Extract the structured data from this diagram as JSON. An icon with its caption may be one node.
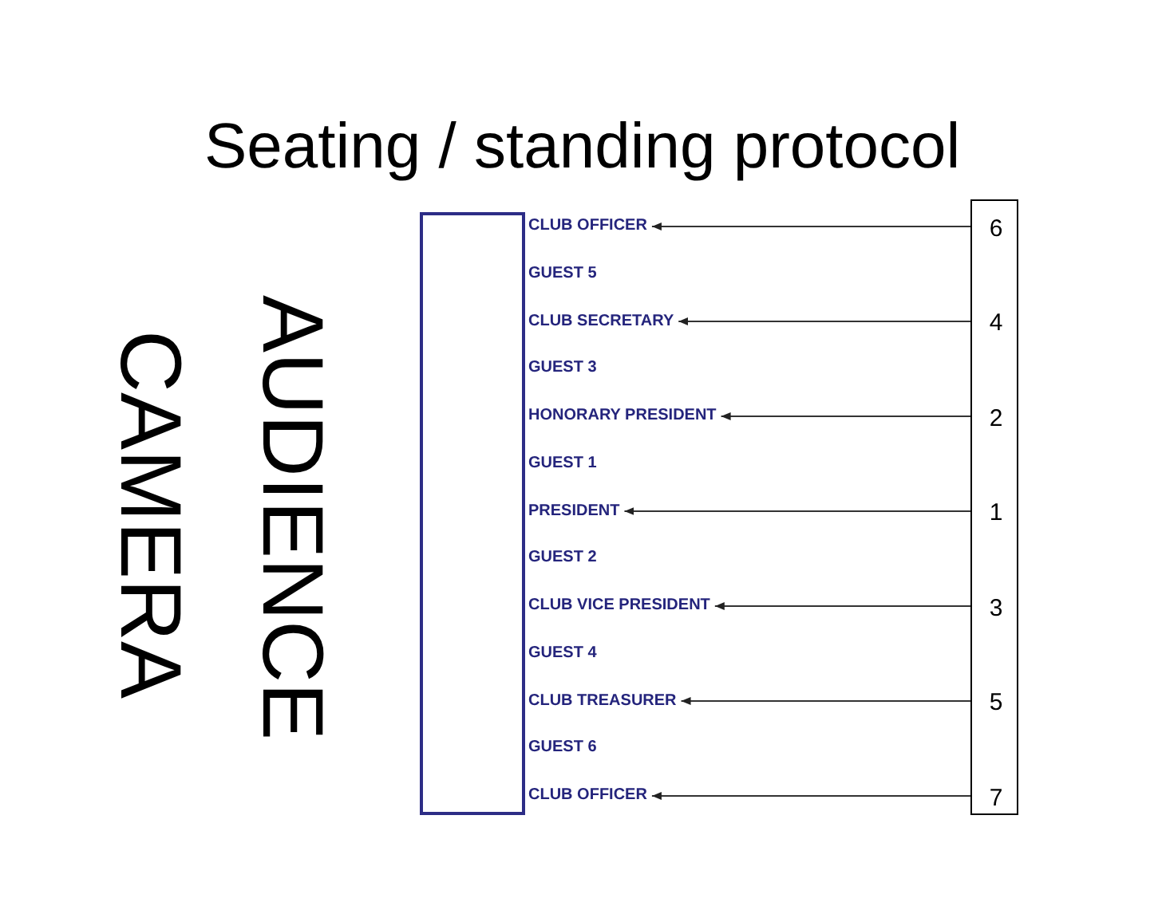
{
  "diagram": {
    "title": "Seating / standing protocol",
    "nodes": [
      {
        "text": [],
        "shape": "box"
      },
      {
        "text": [
          "CLUB OFFICER"
        ]
      },
      {
        "text": [
          "CLUB SECRETARY"
        ]
      },
      {
        "text": [
          "HONORARY PRESIDENT"
        ]
      },
      {
        "text": [
          "PRESIDENT"
        ]
      },
      {
        "text": [
          "CLUB VICE PRESIDENT"
        ]
      },
      {
        "text": [
          "CLUB TREASURER"
        ]
      },
      {
        "text": [
          "CLUB OFFICER"
        ]
      },
      {
        "text": [],
        "shape": "box"
      },
      {
        "text": [
          "6"
        ],
        "in": 8
      },
      {
        "text": [
          "4"
        ],
        "in": 8
      },
      {
        "text": [
          "2"
        ],
        "in": 8
      },
      {
        "text": [
          "1"
        ],
        "in": 8
      },
      {
        "text": [
          "3"
        ],
        "in": 8
      },
      {
        "text": [
          "5"
        ],
        "in": 8
      },
      {
        "text": [
          "7"
        ],
        "in": 8
      }
    ],
    "edges": [
      {
        "from": 9,
        "to": 1,
        "arrow": "to"
      },
      {
        "from": 10,
        "to": 2,
        "arrow": "to"
      },
      {
        "from": 11,
        "to": 3,
        "arrow": "to"
      },
      {
        "from": 12,
        "to": 4,
        "arrow": "to"
      },
      {
        "from": 13,
        "to": 5,
        "arrow": "to"
      },
      {
        "from": 14,
        "to": 6,
        "arrow": "to"
      },
      {
        "from": 15,
        "to": 7,
        "arrow": "to"
      }
    ],
    "labels": [
      "CAMERA",
      "AUDIENCE",
      "GUEST 5",
      "GUEST 3",
      "GUEST 1",
      "GUEST 2",
      "GUEST 4",
      "GUEST 6"
    ]
  }
}
